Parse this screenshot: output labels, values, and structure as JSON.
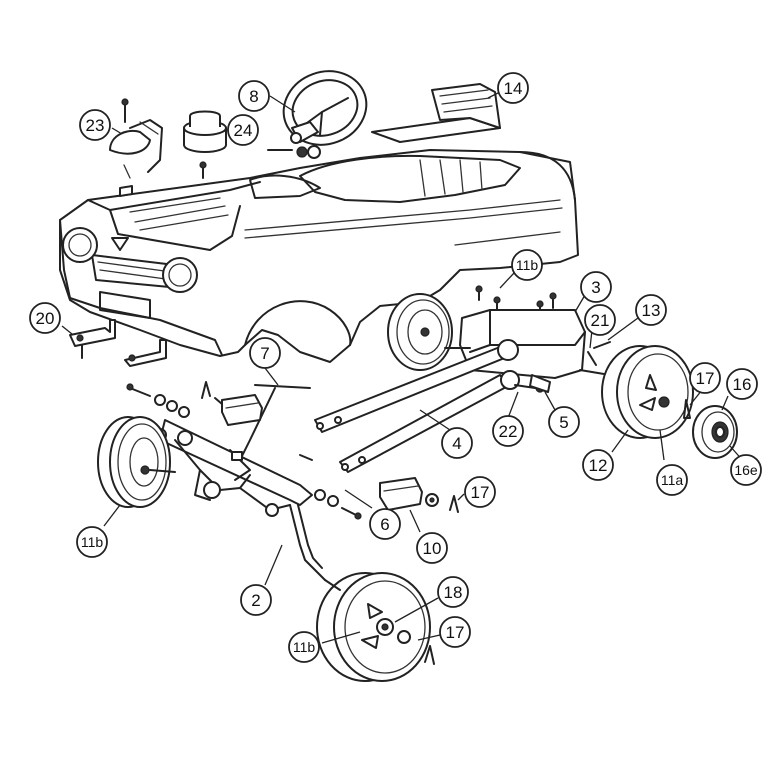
{
  "diagram": {
    "callouts": [
      {
        "id": "c-8",
        "label": "8"
      },
      {
        "id": "c-14",
        "label": "14"
      },
      {
        "id": "c-23",
        "label": "23"
      },
      {
        "id": "c-24",
        "label": "24"
      },
      {
        "id": "c-11b-top",
        "label": "11b"
      },
      {
        "id": "c-3",
        "label": "3"
      },
      {
        "id": "c-13",
        "label": "13"
      },
      {
        "id": "c-21",
        "label": "21"
      },
      {
        "id": "c-20",
        "label": "20"
      },
      {
        "id": "c-7",
        "label": "7"
      },
      {
        "id": "c-17-right",
        "label": "17"
      },
      {
        "id": "c-16",
        "label": "16"
      },
      {
        "id": "c-16e",
        "label": "16e"
      },
      {
        "id": "c-22",
        "label": "22"
      },
      {
        "id": "c-5",
        "label": "5"
      },
      {
        "id": "c-4",
        "label": "4"
      },
      {
        "id": "c-12",
        "label": "12"
      },
      {
        "id": "c-11a",
        "label": "11a"
      },
      {
        "id": "c-17-mid",
        "label": "17"
      },
      {
        "id": "c-6",
        "label": "6"
      },
      {
        "id": "c-10",
        "label": "10"
      },
      {
        "id": "c-11b-left",
        "label": "11b"
      },
      {
        "id": "c-2",
        "label": "2"
      },
      {
        "id": "c-18",
        "label": "18"
      },
      {
        "id": "c-11b-bottom",
        "label": "11b"
      },
      {
        "id": "c-17-bottom",
        "label": "17"
      }
    ]
  }
}
